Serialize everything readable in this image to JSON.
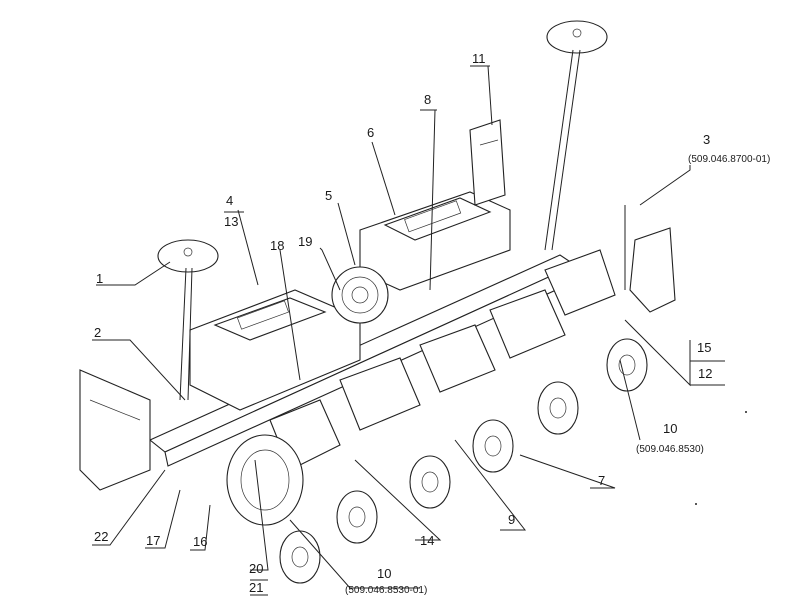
{
  "labels": {
    "l1": "1",
    "l2": "2",
    "l3": "3",
    "l3_code": "(509.046.8700-01)",
    "l4": "4",
    "l13": "13",
    "l5": "5",
    "l6": "6",
    "l7": "7",
    "l8": "8",
    "l9": "9",
    "l10a": "10",
    "l10a_code": "(509.046.8530)",
    "l10b": "10",
    "l10b_code": "(509.046.8530-01)",
    "l11": "11",
    "l12": "12",
    "l14": "14",
    "l15": "15",
    "l16": "16",
    "l17": "17",
    "l18": "18",
    "l19": "19",
    "l20": "20",
    "l21": "21",
    "l22": "22"
  }
}
